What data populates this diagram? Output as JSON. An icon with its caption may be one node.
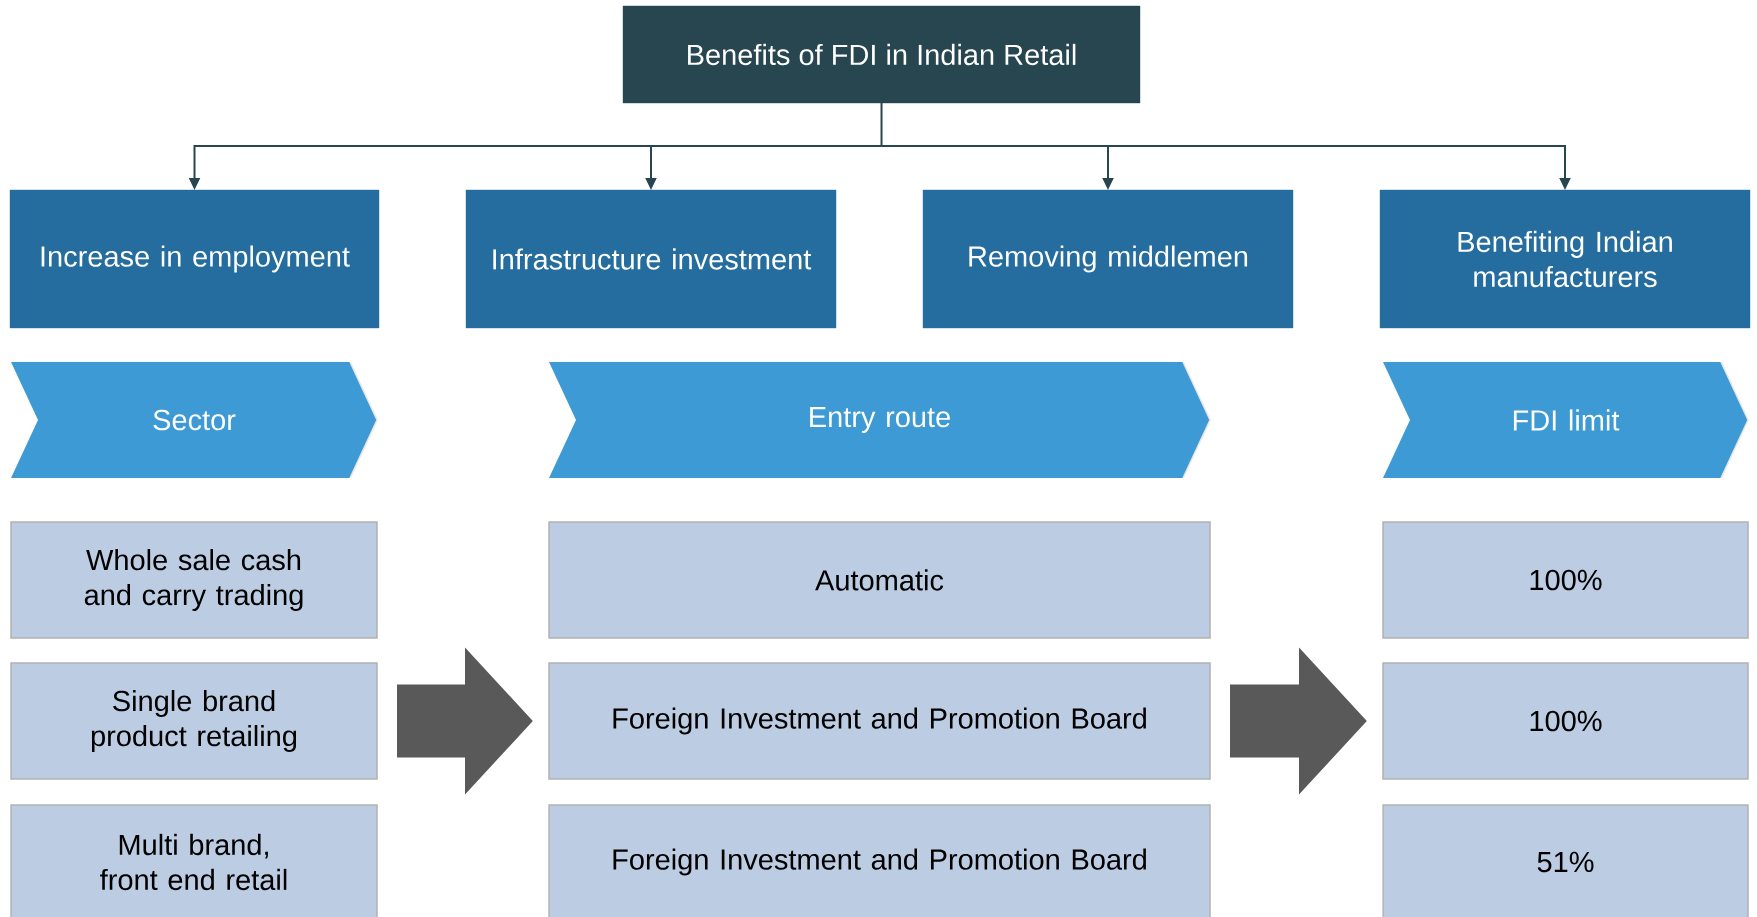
{
  "diagram": {
    "title": "Benefits of FDI in Indian Retail",
    "nodes": [
      {
        "text": [
          "Increase in employment"
        ]
      },
      {
        "text": [
          "Infrastructure investment"
        ]
      },
      {
        "text": [
          "Removing middlemen"
        ]
      },
      {
        "text": [
          "Benefiting Indian manufacturers"
        ]
      },
      {
        "text": [
          "Sector"
        ]
      },
      {
        "text": [
          "Entry route"
        ]
      },
      {
        "text": [
          "FDI limit"
        ]
      },
      {
        "text": [
          "Whole sale cash and carry trading"
        ]
      },
      {
        "text": [
          "Automatic"
        ]
      },
      {
        "text": [
          "100%"
        ]
      },
      {
        "text": [
          "Single brand product retailing"
        ]
      },
      {
        "text": [
          "Foreign Investment and Promotion Board"
        ]
      },
      {
        "text": [
          "100%"
        ]
      },
      {
        "text": [
          "Multi brand, front end retail"
        ]
      },
      {
        "text": [
          "Foreign Investment and Promotion Board"
        ]
      },
      {
        "text": [
          "51%"
        ]
      }
    ],
    "edges": [
      {
        "from": null,
        "to": 0,
        "arrow": "to"
      },
      {
        "from": null,
        "to": 1,
        "arrow": "to"
      },
      {
        "from": null,
        "to": 2,
        "arrow": "to"
      },
      {
        "from": null,
        "to": 3,
        "arrow": "to"
      },
      {
        "from": 10,
        "to": 11,
        "arrow": "to",
        "style": "thick",
        "color": "#595959"
      },
      {
        "from": 11,
        "to": 12,
        "arrow": "to",
        "style": "thick",
        "color": "#595959"
      }
    ]
  }
}
